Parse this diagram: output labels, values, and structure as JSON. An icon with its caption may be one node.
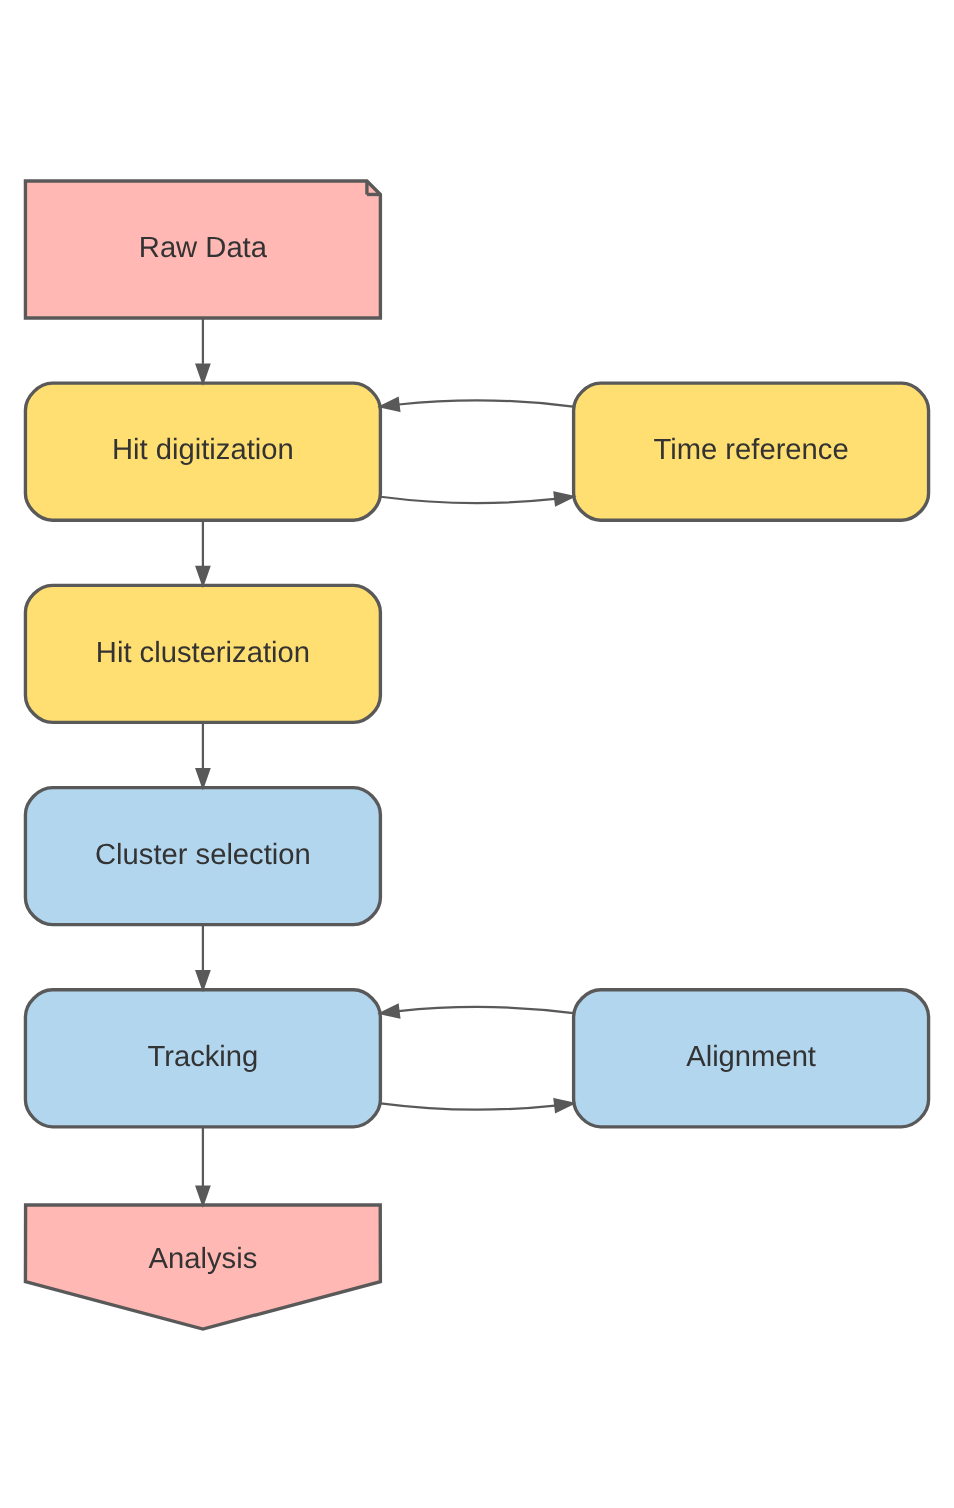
{
  "diagram": {
    "nodes": [
      {
        "text": [
          "Raw Data"
        ]
      },
      {
        "text": [
          "Hit digitization"
        ]
      },
      {
        "text": [
          "Time reference"
        ]
      },
      {
        "text": [
          "Hit clusterization"
        ]
      },
      {
        "text": [
          "Cluster selection"
        ]
      },
      {
        "text": [
          "Tracking"
        ]
      },
      {
        "text": [
          "Alignment"
        ]
      },
      {
        "text": [
          "Analysis"
        ]
      }
    ],
    "edges": [
      {
        "from": 0,
        "to": 1,
        "arrow": "to"
      },
      {
        "from": 1,
        "to": 2,
        "arrow": "to"
      },
      {
        "from": 2,
        "to": 1,
        "arrow": "to"
      },
      {
        "from": 1,
        "to": 3,
        "arrow": "to"
      },
      {
        "from": 3,
        "to": 4,
        "arrow": "to"
      },
      {
        "from": 4,
        "to": 5,
        "arrow": "to"
      },
      {
        "from": 5,
        "to": 6,
        "arrow": "to"
      },
      {
        "from": 6,
        "to": 5,
        "arrow": "to"
      },
      {
        "from": 5,
        "to": 7,
        "arrow": "to"
      }
    ]
  }
}
